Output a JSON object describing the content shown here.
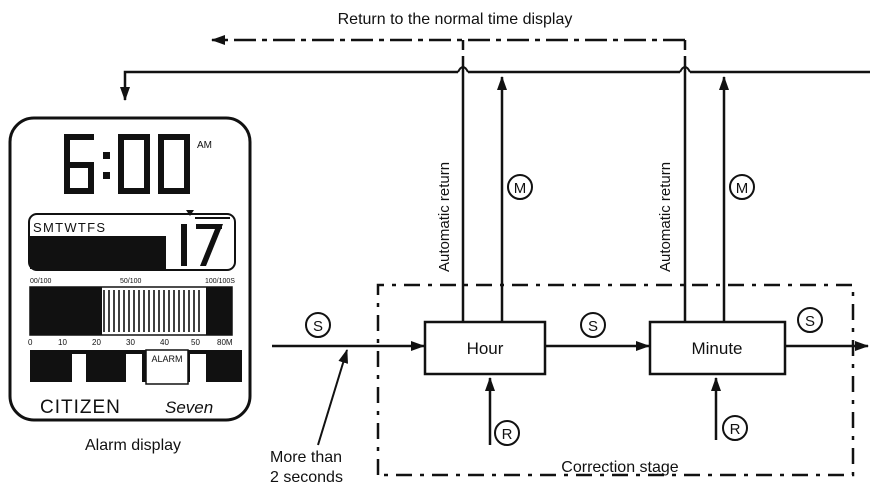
{
  "diagram": {
    "top_label": "Return to the normal time display",
    "auto_return_label": "Automatic return",
    "hour_box": "Hour",
    "minute_box": "Minute",
    "correction_stage": "Correction stage",
    "more_than_line1": "More than",
    "more_than_line2": "2 seconds",
    "button_s": "S",
    "button_m": "M",
    "button_r": "R"
  },
  "watch": {
    "time": "6:00",
    "am": "AM",
    "days": "SMTWTFS",
    "date": "17",
    "depth_top_labels": [
      "00/100",
      "50/100",
      "100/100S"
    ],
    "depth_bottom_labels": [
      "0",
      "10",
      "20",
      "30",
      "40",
      "50",
      "80M"
    ],
    "alarm_text": "ALARM",
    "brand": "CITIZEN",
    "model": "Seven",
    "caption": "Alarm display"
  }
}
